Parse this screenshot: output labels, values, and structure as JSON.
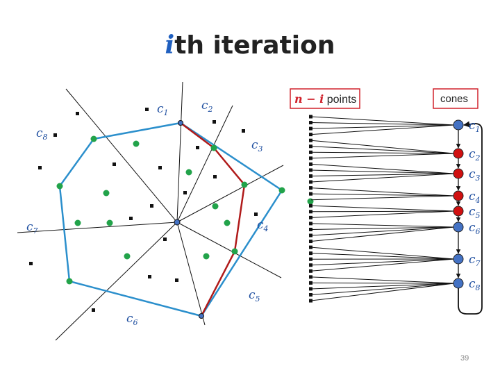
{
  "slide": {
    "title_var": "i",
    "title_rest": "th iteration",
    "page_number": "39"
  },
  "labels": {
    "n_minus_i_math": "n − i",
    "n_minus_i_text": " points",
    "cones": "cones"
  },
  "cone_labels": [
    "c1",
    "c2",
    "c3",
    "c4",
    "c5",
    "c6",
    "c7",
    "c8"
  ],
  "colors": {
    "blue": "#2b8fcc",
    "red": "#b01a1a",
    "green": "#22a34a",
    "black": "#111111",
    "label": "#1f4fa0",
    "node_blue": "#4472c4",
    "node_red": "#d01010"
  }
}
